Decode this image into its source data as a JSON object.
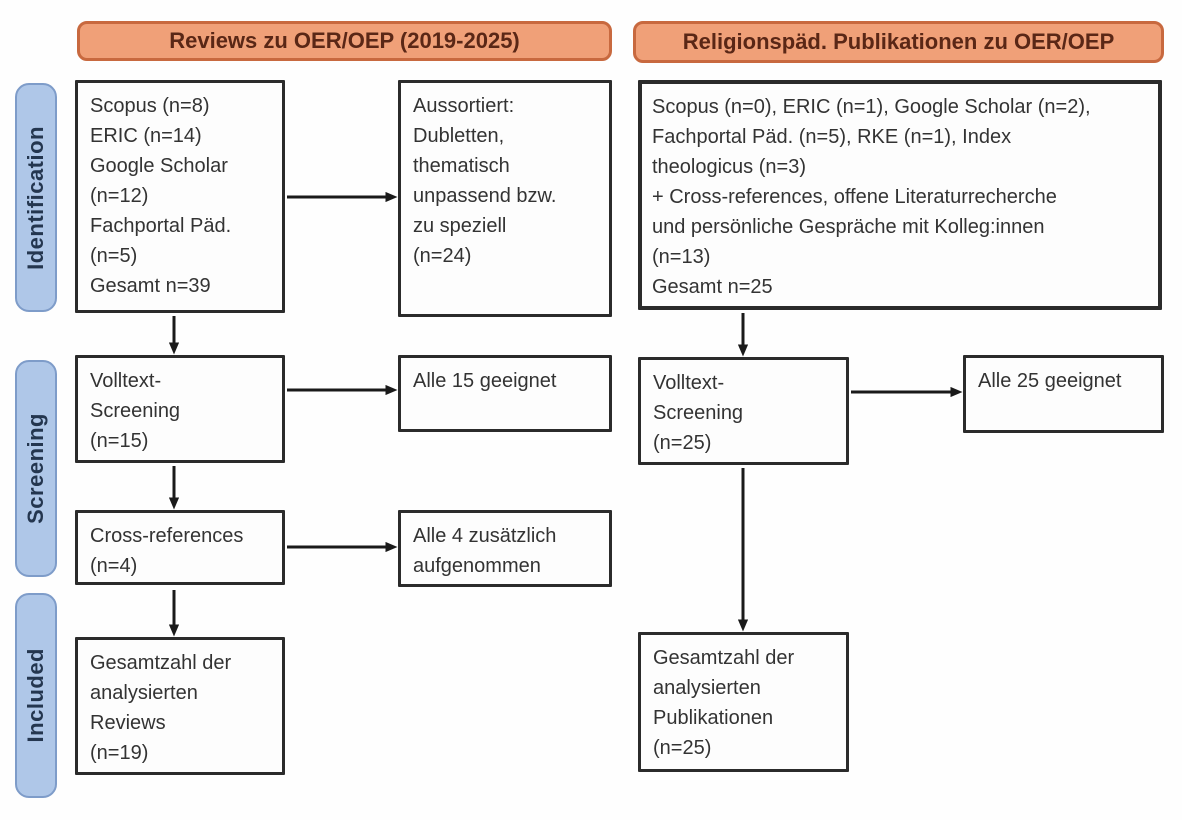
{
  "diagram": {
    "type": "prisma_flow",
    "column_headers": [
      {
        "id": "reviews",
        "label": "Reviews zu OER/OEP (2019-2025)"
      },
      {
        "id": "religionspaed",
        "label": "Religionspäd. Publikationen zu OER/OEP"
      }
    ],
    "stage_labels": [
      {
        "id": "identification",
        "label": "Identification"
      },
      {
        "id": "screening",
        "label": "Screening"
      },
      {
        "id": "included",
        "label": "Included"
      }
    ],
    "boxes": {
      "reviews_sources": "Scopus (n=8)\nERIC (n=14)\nGoogle Scholar\n(n=12)\nFachportal Päd.\n(n=5)\nGesamt n=39",
      "reviews_excluded": "Aussortiert:\nDubletten,\nthematisch\nunpassend bzw.\nzu speziell\n(n=24)",
      "reviews_fulltext": "Volltext-\nScreening\n(n=15)",
      "reviews_fulltext_result": "Alle 15 geeignet",
      "reviews_crossref": "Cross-references\n(n=4)",
      "reviews_crossref_result": "Alle 4 zusätzlich\naufgenommen",
      "reviews_included": "Gesamtzahl der\nanalysierten\nReviews\n(n=19)",
      "religionspaed_sources": "Scopus (n=0), ERIC (n=1), Google Scholar (n=2),\nFachportal Päd. (n=5), RKE (n=1), Index\ntheologicus (n=3)\n+ Cross-references, offene Literaturrecherche\nund persönliche Gespräche mit Kolleg:innen\n(n=13)\nGesamt n=25",
      "religionspaed_fulltext": "Volltext-\nScreening\n(n=25)",
      "religionspaed_fulltext_result": "Alle 25 geeignet",
      "religionspaed_included": "Gesamtzahl der\nanalysierten\nPublikationen\n(n=25)"
    },
    "colors": {
      "header_fill": "#F0A078",
      "header_border": "#C8693F",
      "header_text": "#5A2716",
      "stage_fill": "#AFC7E8",
      "stage_border": "#7E9CC9",
      "stage_text": "#24364F",
      "box_border": "#2B2B2B",
      "box_text": "#333333",
      "arrow": "#1A1A1A"
    }
  }
}
